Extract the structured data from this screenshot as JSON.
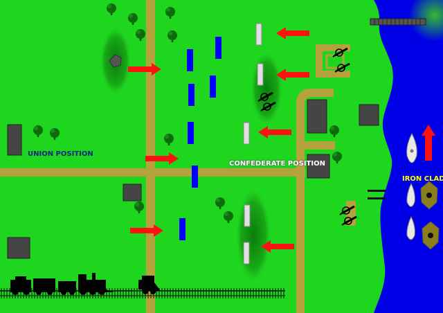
{
  "map": {
    "union_position_label": "UNION POSITION",
    "confederate_position_label": "CONFEDERATE POSITION",
    "ironclads_label": "IRON CLADS"
  },
  "colors": {
    "grass": "#1fd61f",
    "road": "#b4a23c",
    "river": "#0000e6",
    "union_unit": "#0000ff",
    "confederate_unit": "#e0e0e0",
    "arrow": "#ff1111",
    "tree": "#0d6b0d",
    "building": "#454545",
    "ironclad_hull": "#e8e8e8",
    "gunboat": "#8a7f1c"
  },
  "icons": [
    "tree-icon",
    "cannon-icon",
    "train-icon",
    "fence-icon",
    "bridge-icon",
    "arrow-icon",
    "ironclad-icon",
    "gunboat-icon"
  ]
}
